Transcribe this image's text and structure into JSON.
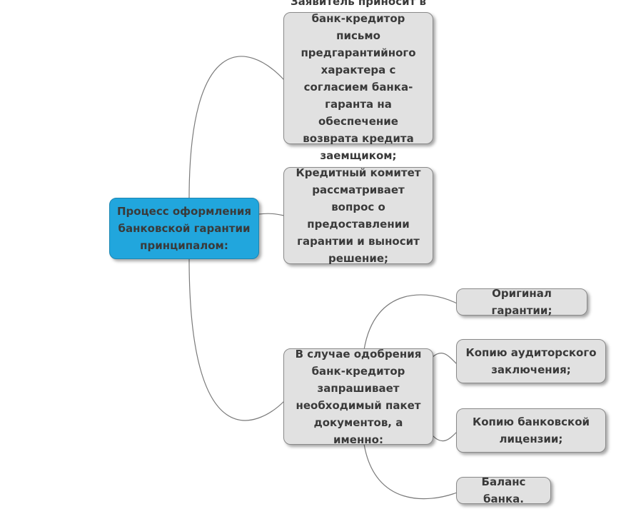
{
  "root": {
    "label": "Процесс оформления банковской гарантии принципалом:"
  },
  "steps": [
    {
      "label": "Заявитель приносит в банк-кредитор письмо предгарантийного характера с согласием банка-гаранта на обеспечение возврата кредита заемщиком;"
    },
    {
      "label": "Кредитный комитет рассматривает вопрос о предоставлении гарантии и выносит решение;"
    },
    {
      "label": "В случае одобрения банк-кредитор запрашивает необходимый пакет документов, а именно:"
    }
  ],
  "documents": [
    {
      "label": "Оригинал гарантии;"
    },
    {
      "label": "Копию аудиторского заключения;"
    },
    {
      "label": "Копию банковской лицензии;"
    },
    {
      "label": "Баланс банка."
    }
  ],
  "colors": {
    "root_fill": "#21a6dd",
    "node_fill": "#e1e1e1",
    "node_border": "#8a8a8a",
    "connector": "#7a7a7a",
    "text": "#3a3a3a"
  }
}
